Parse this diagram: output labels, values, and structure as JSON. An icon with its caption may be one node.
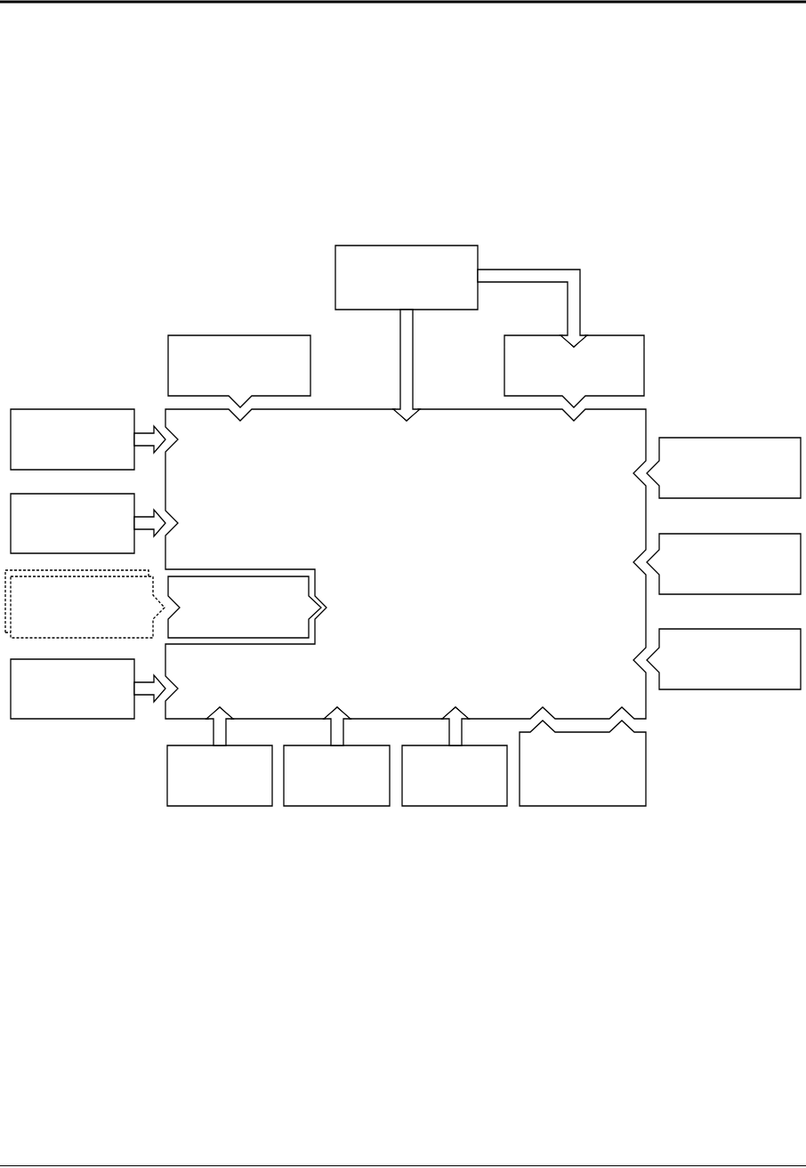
{
  "diagram": {
    "nodes": [
      {
        "text": [],
        "shape": "box"
      },
      {
        "text": [],
        "shape": "box"
      },
      {
        "text": [],
        "shape": "box"
      },
      {
        "text": [],
        "shape": "box"
      },
      {
        "text": [],
        "shape": "box"
      },
      {
        "text": [],
        "shape": "box"
      },
      {
        "text": [],
        "shape": "box"
      },
      {
        "text": [],
        "shape": "box"
      },
      {
        "text": [],
        "shape": "box"
      },
      {
        "text": [],
        "shape": "box"
      },
      {
        "text": [],
        "shape": "box"
      },
      {
        "text": [],
        "shape": "box"
      },
      {
        "text": [],
        "shape": "box"
      },
      {
        "text": [],
        "shape": "box"
      },
      {
        "text": [],
        "shape": "box"
      },
      {
        "text": [],
        "shape": "box"
      }
    ],
    "edges": [
      {
        "from": 0,
        "to": 3,
        "arrow": "to"
      },
      {
        "from": 0,
        "to": 2,
        "arrow": "to"
      },
      {
        "from": 4,
        "to": 3,
        "arrow": "to"
      },
      {
        "from": 6,
        "to": 3,
        "arrow": "to"
      },
      {
        "from": 11,
        "to": 3,
        "arrow": "to"
      },
      {
        "from": 12,
        "to": 3,
        "arrow": "to"
      },
      {
        "from": 13,
        "to": 3,
        "arrow": "to"
      },
      {
        "from": 14,
        "to": 3,
        "arrow": "to"
      }
    ]
  }
}
